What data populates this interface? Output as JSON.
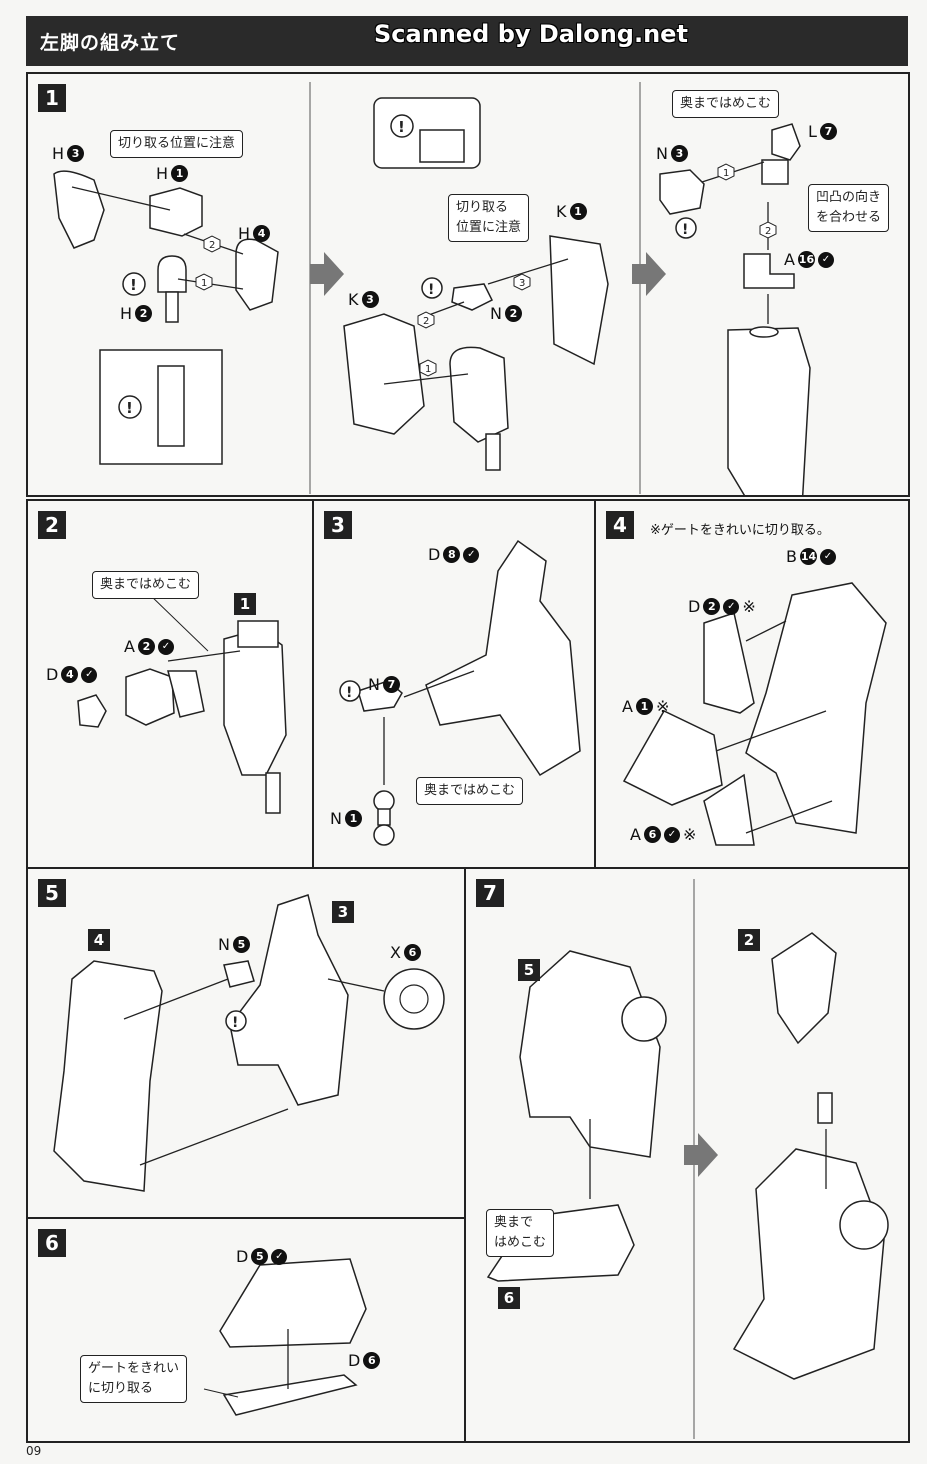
{
  "header": {
    "title": "左脚の組み立て",
    "watermark": "Scanned by Dalong.net"
  },
  "page_number": "09",
  "steps": {
    "s1": {
      "number": "1",
      "callout_a": "切り取る位置に注意",
      "callout_b1": "切り取る",
      "callout_b2": "位置に注意",
      "callout_c": "奥まではめこむ",
      "callout_d1": "凹凸の向き",
      "callout_d2": "を合わせる",
      "parts": {
        "h3": {
          "letter": "H",
          "num": "3"
        },
        "h1": {
          "letter": "H",
          "num": "1"
        },
        "h4": {
          "letter": "H",
          "num": "4"
        },
        "h2": {
          "letter": "H",
          "num": "2"
        },
        "k1": {
          "letter": "K",
          "num": "1"
        },
        "k3": {
          "letter": "K",
          "num": "3"
        },
        "n2": {
          "letter": "N",
          "num": "2"
        },
        "n3": {
          "letter": "N",
          "num": "3"
        },
        "l7": {
          "letter": "L",
          "num": "7"
        },
        "a16": {
          "letter": "A",
          "num": "16"
        }
      }
    },
    "s2": {
      "number": "2",
      "callout": "奥まではめこむ",
      "ref": "1",
      "parts": {
        "a2": {
          "letter": "A",
          "num": "2"
        },
        "d4": {
          "letter": "D",
          "num": "4"
        }
      }
    },
    "s3": {
      "number": "3",
      "callout": "奥まではめこむ",
      "parts": {
        "d8": {
          "letter": "D",
          "num": "8"
        },
        "n7": {
          "letter": "N",
          "num": "7"
        },
        "n1": {
          "letter": "N",
          "num": "1"
        }
      }
    },
    "s4": {
      "number": "4",
      "note": "※ゲートをきれいに切り取る。",
      "parts": {
        "b14": {
          "letter": "B",
          "num": "14"
        },
        "d2": {
          "letter": "D",
          "num": "2",
          "mark": "※"
        },
        "a1": {
          "letter": "A",
          "num": "1",
          "mark": "※"
        },
        "a6": {
          "letter": "A",
          "num": "6",
          "mark": "※"
        }
      }
    },
    "s5": {
      "number": "5",
      "ref_a": "4",
      "ref_b": "3",
      "parts": {
        "n5": {
          "letter": "N",
          "num": "5"
        },
        "x6": {
          "letter": "X",
          "num": "6"
        }
      }
    },
    "s6": {
      "number": "6",
      "callout_1": "ゲートをきれい",
      "callout_2": "に切り取る",
      "parts": {
        "d5": {
          "letter": "D",
          "num": "5"
        },
        "d6": {
          "letter": "D",
          "num": "6"
        }
      }
    },
    "s7": {
      "number": "7",
      "ref_a": "5",
      "ref_b": "6",
      "ref_c": "2",
      "callout_1": "奥まで",
      "callout_2": "はめこむ"
    }
  },
  "seq": [
    "1",
    "2",
    "3"
  ]
}
